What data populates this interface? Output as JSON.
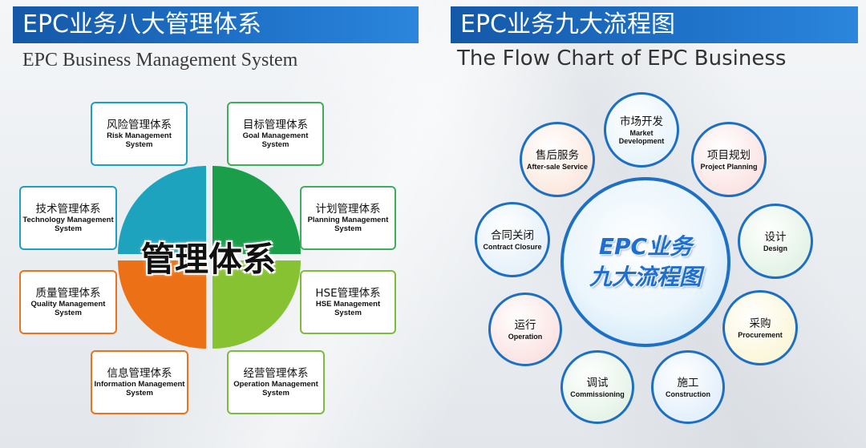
{
  "left": {
    "title": "EPC业务八大管理体系",
    "subtitle": "EPC Business Management System",
    "center_label": "管理体系",
    "quadrant_colors": {
      "top_left": "#1ea3bf",
      "top_right": "#1a9e4a",
      "bottom_left": "#ec7116",
      "bottom_right": "#86c232"
    },
    "systems": [
      {
        "zh": "风险管理体系",
        "en": "Risk Management System"
      },
      {
        "zh": "目标管理体系",
        "en": "Goal Management System"
      },
      {
        "zh": "技术管理体系",
        "en": "Technology Management System"
      },
      {
        "zh": "计划管理体系",
        "en": "Planning Management System"
      },
      {
        "zh": "质量管理体系",
        "en": "Quality Management System"
      },
      {
        "zh": "HSE管理体系",
        "en": "HSE Management System"
      },
      {
        "zh": "信息管理体系",
        "en": "Information Management System"
      },
      {
        "zh": "经营管理体系",
        "en": "Operation Management System"
      }
    ]
  },
  "right": {
    "title": "EPC业务九大流程图",
    "subtitle": "The Flow Chart of EPC Business",
    "hub_line1": "EPC业务",
    "hub_line2": "九大流程图",
    "stages": [
      {
        "zh": "市场开发",
        "en": "Market Development",
        "fill": "#e8f4fb"
      },
      {
        "zh": "项目规划",
        "en": "Project Planning",
        "fill": "#fbe4e4"
      },
      {
        "zh": "设计",
        "en": "Design",
        "fill": "#e4f3e6"
      },
      {
        "zh": "采购",
        "en": "Procurement",
        "fill": "#fbf7da"
      },
      {
        "zh": "施工",
        "en": "Construction",
        "fill": "#e4f0fb"
      },
      {
        "zh": "调试",
        "en": "Commissioning",
        "fill": "#e6f4e8"
      },
      {
        "zh": "运行",
        "en": "Operation",
        "fill": "#fbe3e3"
      },
      {
        "zh": "合同关闭",
        "en": "Contract Closure",
        "fill": "#e6f1fa"
      },
      {
        "zh": "售后服务",
        "en": "After-sale Service",
        "fill": "#fbe9df"
      }
    ]
  }
}
